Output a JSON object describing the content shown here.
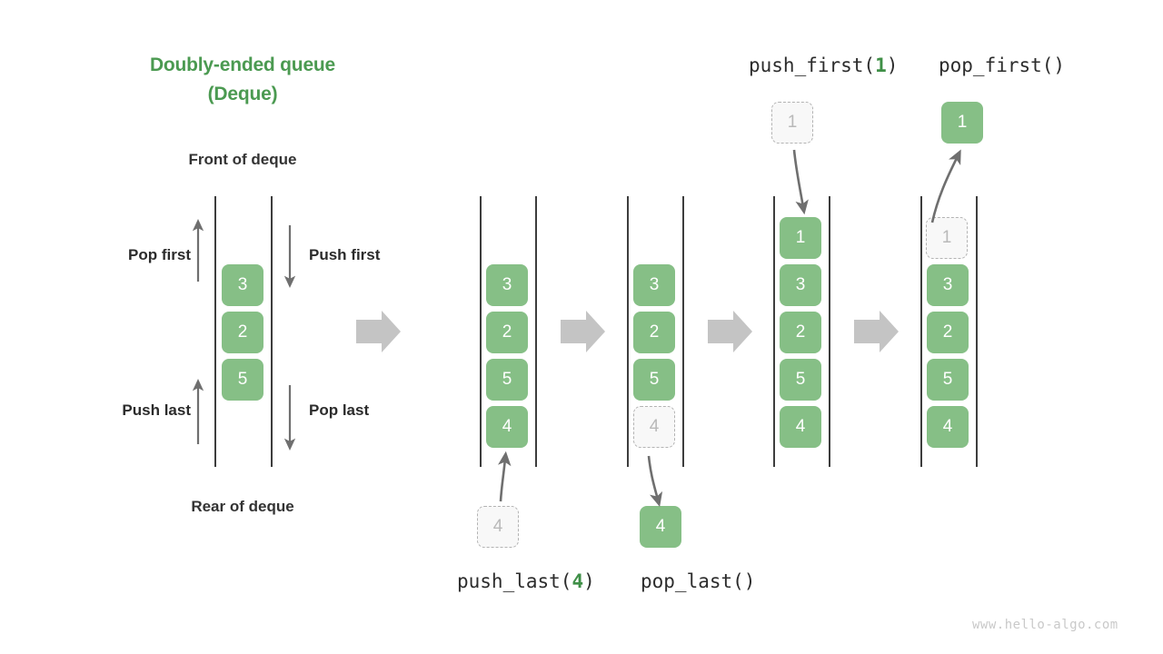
{
  "title": {
    "line1": "Doubly-ended queue",
    "line2": "(Deque)"
  },
  "labels": {
    "front": "Front of deque",
    "rear": "Rear of deque",
    "pop_first": "Pop first",
    "push_first": "Push first",
    "push_last": "Push last",
    "pop_last": "Pop last"
  },
  "operations": {
    "push_first": {
      "name": "push_first(",
      "arg": "1",
      "close": ")"
    },
    "pop_first": {
      "name": "pop_first()",
      "arg": "",
      "close": ""
    },
    "push_last": {
      "name": "push_last(",
      "arg": "4",
      "close": ")"
    },
    "pop_last": {
      "name": "pop_last()",
      "arg": "",
      "close": ""
    }
  },
  "colors": {
    "accent_green": "#4b9a51",
    "cell_green": "#86bf86",
    "ghost_fill": "#f8f8f8",
    "ghost_border": "#b3b3b3",
    "rail": "#3d3d3d",
    "block_arrow": "#c4c4c4",
    "thin_arrow": "#6f6f6f",
    "text_dark": "#2b2b2b"
  },
  "columns": [
    {
      "name": "initial-deque",
      "cells": [
        {
          "value": "3",
          "state": "solid"
        },
        {
          "value": "2",
          "state": "solid"
        },
        {
          "value": "5",
          "state": "solid"
        }
      ]
    },
    {
      "name": "after-push-last",
      "cells": [
        {
          "value": "3",
          "state": "solid"
        },
        {
          "value": "2",
          "state": "solid"
        },
        {
          "value": "5",
          "state": "solid"
        },
        {
          "value": "4",
          "state": "solid"
        }
      ],
      "floating_cell": {
        "value": "4",
        "state": "ghost"
      }
    },
    {
      "name": "before-pop-last",
      "cells": [
        {
          "value": "3",
          "state": "solid"
        },
        {
          "value": "2",
          "state": "solid"
        },
        {
          "value": "5",
          "state": "solid"
        },
        {
          "value": "4",
          "state": "ghost"
        }
      ],
      "floating_cell": {
        "value": "4",
        "state": "solid"
      }
    },
    {
      "name": "after-push-first",
      "cells": [
        {
          "value": "1",
          "state": "solid"
        },
        {
          "value": "3",
          "state": "solid"
        },
        {
          "value": "2",
          "state": "solid"
        },
        {
          "value": "5",
          "state": "solid"
        },
        {
          "value": "4",
          "state": "solid"
        }
      ],
      "floating_cell": {
        "value": "1",
        "state": "ghost"
      }
    },
    {
      "name": "after-pop-first",
      "cells": [
        {
          "value": "1",
          "state": "ghost"
        },
        {
          "value": "3",
          "state": "solid"
        },
        {
          "value": "2",
          "state": "solid"
        },
        {
          "value": "5",
          "state": "solid"
        },
        {
          "value": "4",
          "state": "solid"
        }
      ],
      "floating_cell": {
        "value": "1",
        "state": "solid"
      }
    }
  ],
  "watermark": "www.hello-algo.com"
}
